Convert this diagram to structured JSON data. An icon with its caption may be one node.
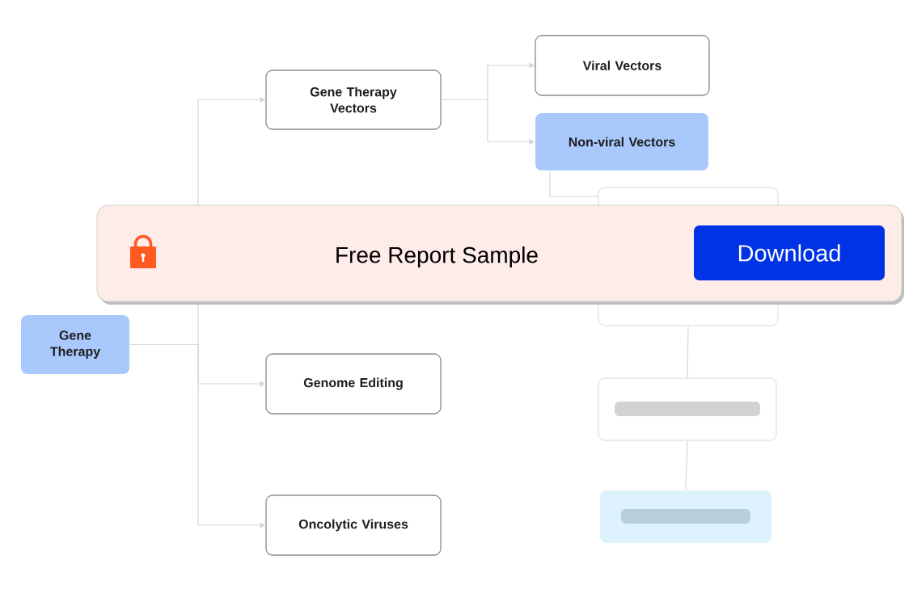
{
  "diagram": {
    "nodes": [
      {
        "text": [
          "Gene Therapy"
        ]
      },
      {
        "text": [
          "Gene Therapy Vectors"
        ]
      },
      {
        "text": [
          "Viral Vectors"
        ]
      },
      {
        "text": [
          "Non-viral Vectors"
        ]
      },
      {
        "text": [
          "Genome Editing"
        ]
      },
      {
        "text": [
          "Oncolytic Viruses"
        ]
      },
      {
        "text": [],
        "shape": "box"
      },
      {
        "text": [],
        "shape": "box"
      },
      {
        "text": [],
        "shape": "box"
      }
    ],
    "edges": [
      {
        "from": 0,
        "to": 1,
        "arrow": "to"
      },
      {
        "from": 0,
        "to": 4,
        "arrow": "to"
      },
      {
        "from": 0,
        "to": 5,
        "arrow": "to"
      },
      {
        "from": 1,
        "to": 2,
        "arrow": "to"
      },
      {
        "from": 1,
        "to": 3,
        "arrow": "to"
      },
      {
        "from": 3,
        "to": 6,
        "arrow": "none"
      },
      {
        "from": 6,
        "to": 7,
        "arrow": "none"
      },
      {
        "from": 7,
        "to": 8,
        "arrow": "none"
      }
    ],
    "labels": [
      "Free Report Sample",
      "Download"
    ]
  }
}
